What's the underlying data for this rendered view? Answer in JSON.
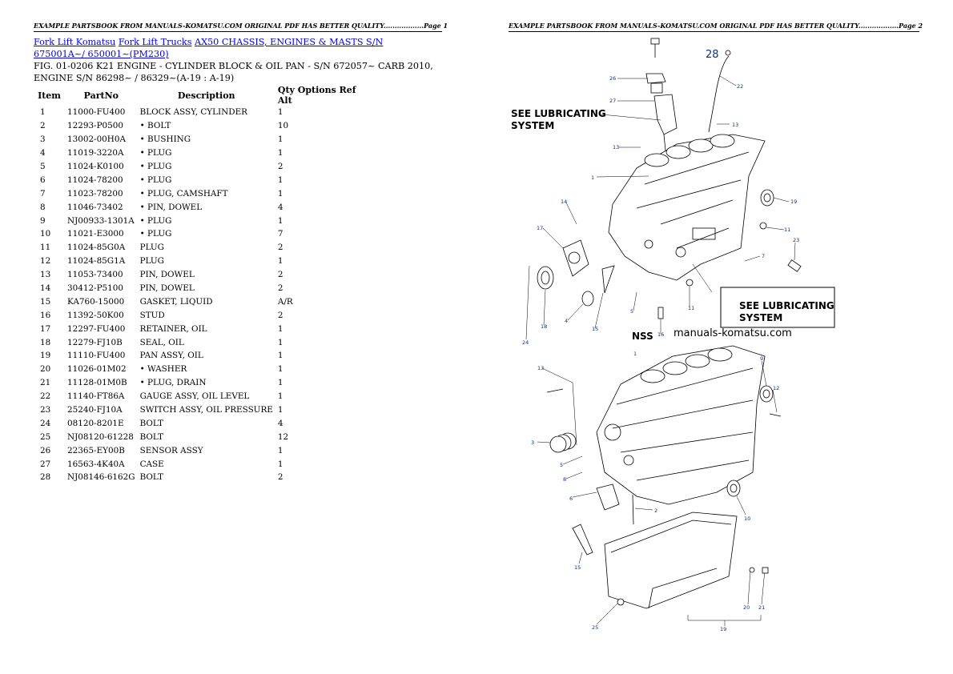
{
  "page1": {
    "header": "EXAMPLE PARTSBOOK FROM MANUALS-KOMATSU.COM ORIGINAL PDF HAS BETTER QUALITY..................Page 1",
    "breadcrumbs": [
      "Fork Lift Komatsu",
      "Fork Lift Trucks",
      "AX50 CHASSIS, ENGINES & MASTS S/N 675001A~/ 650001~(PM230)"
    ],
    "figure_title": "FIG. 01-0206 K21 ENGINE - CYLINDER BLOCK & OIL PAN - S/N 672057~ CARB 2010, ENGINE S/N 86298~ / 86329~(A-19 : A-19)",
    "table": {
      "headers": [
        "Item",
        "PartNo",
        "Description",
        "Qty Options Ref Alt"
      ],
      "rows": [
        [
          "1",
          "11000-FU400",
          "BLOCK ASSY, CYLINDER",
          "1"
        ],
        [
          "2",
          "12293-P0500",
          "• BOLT",
          "10"
        ],
        [
          "3",
          "13002-00H0A",
          "• BUSHING",
          "1"
        ],
        [
          "4",
          "11019-3220A",
          "• PLUG",
          "1"
        ],
        [
          "5",
          "11024-K0100",
          "• PLUG",
          "2"
        ],
        [
          "6",
          "11024-78200",
          "• PLUG",
          "1"
        ],
        [
          "7",
          "11023-78200",
          "• PLUG, CAMSHAFT",
          "1"
        ],
        [
          "8",
          "11046-73402",
          "• PIN, DOWEL",
          "4"
        ],
        [
          "9",
          "NJ00933-1301A",
          "• PLUG",
          "1"
        ],
        [
          "10",
          "11021-E3000",
          "• PLUG",
          "7"
        ],
        [
          "11",
          "11024-85G0A",
          "PLUG",
          "2"
        ],
        [
          "12",
          "11024-85G1A",
          "PLUG",
          "1"
        ],
        [
          "13",
          "11053-73400",
          "PIN, DOWEL",
          "2"
        ],
        [
          "14",
          "30412-P5100",
          "PIN, DOWEL",
          "2"
        ],
        [
          "15",
          "KA760-15000",
          "GASKET, LIQUID",
          "A/R"
        ],
        [
          "16",
          "11392-50K00",
          "STUD",
          "2"
        ],
        [
          "17",
          "12297-FU400",
          "RETAINER, OIL",
          "1"
        ],
        [
          "18",
          "12279-FJ10B",
          "SEAL, OIL",
          "1"
        ],
        [
          "19",
          "11110-FU400",
          "PAN ASSY, OIL",
          "1"
        ],
        [
          "20",
          "11026-01M02",
          "• WASHER",
          "1"
        ],
        [
          "21",
          "11128-01M0B",
          "• PLUG, DRAIN",
          "1"
        ],
        [
          "22",
          "11140-FT86A",
          "GAUGE ASSY, OIL LEVEL",
          "1"
        ],
        [
          "23",
          "25240-FJ10A",
          "SWITCH ASSY, OIL PRESSURE",
          "1"
        ],
        [
          "24",
          "08120-8201E",
          "BOLT",
          "4"
        ],
        [
          "25",
          "NJ08120-61228",
          "BOLT",
          "12"
        ],
        [
          "26",
          "22365-EY00B",
          "SENSOR ASSY",
          "1"
        ],
        [
          "27",
          "16563-4K40A",
          "CASE",
          "1"
        ],
        [
          "28",
          "NJ08146-6162G",
          "BOLT",
          "2"
        ]
      ]
    }
  },
  "page2": {
    "header": "EXAMPLE PARTSBOOK FROM MANUALS-KOMATSU.COM ORIGINAL PDF HAS BETTER QUALITY..................Page 2",
    "diagram": {
      "callout_number": "28",
      "see_lubricating_1": [
        "SEE LUBRICATING",
        "SYSTEM"
      ],
      "see_lubricating_2": [
        "SEE LUBRICATING",
        "SYSTEM"
      ],
      "nss": "NSS",
      "watermark": "manuals-komatsu.com",
      "labels_top": [
        "26",
        "27",
        "22",
        "13",
        "13",
        "1",
        "14",
        "17",
        "11",
        "19",
        "23",
        "7",
        "24",
        "18",
        "4",
        "15",
        "5",
        "16",
        "11"
      ],
      "labels_bottom": [
        "1",
        "13",
        "9",
        "12",
        "3",
        "5",
        "8",
        "6",
        "2",
        "10",
        "15",
        "20",
        "21",
        "25",
        "19"
      ]
    }
  }
}
